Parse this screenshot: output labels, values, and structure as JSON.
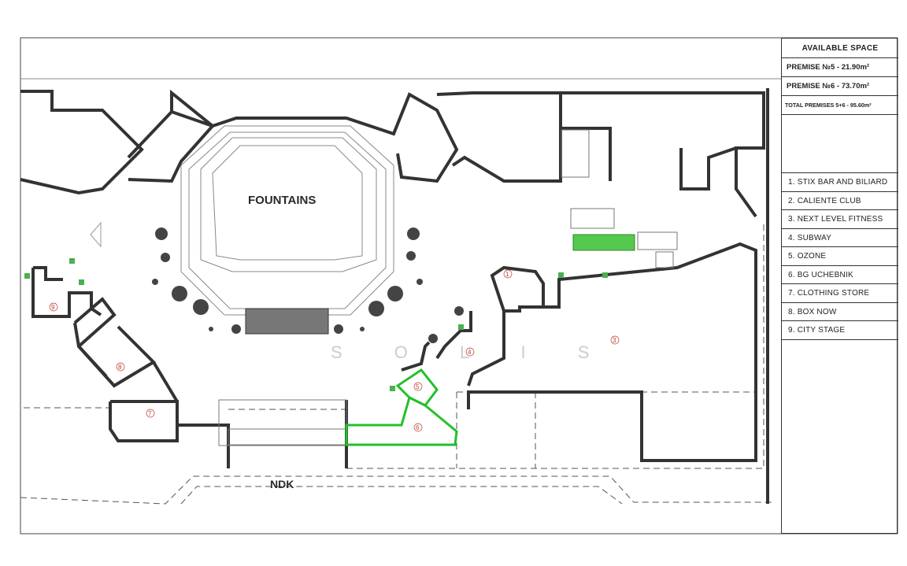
{
  "map": {
    "labels": {
      "fountains": "FOUNTAINS",
      "ndk": "NDK"
    },
    "unit_numbers": [
      "1",
      "3",
      "4",
      "5",
      "6",
      "7",
      "8",
      "9"
    ],
    "watermark": "S O L I S",
    "highlight_color": "#22c02a",
    "wall_color": "#333333"
  },
  "legend": {
    "title": "AVAILABLE SPACE",
    "premise_5": "PREMISE №5 - 21.90m²",
    "premise_6": "PREMISE №6 - 73.70m²",
    "total": "TOTAL PREMISES 5+6 - 95.60m²",
    "tenants": [
      "1. STIX BAR AND BILIARD",
      "2. CALIENTE CLUB",
      "3. NEXT LEVEL FITNESS",
      "4. SUBWAY",
      "5. OZONE",
      "6. BG UCHEBNIK",
      "7. CLOTHING STORE",
      "8. BOX NOW",
      "9. CITY STAGE"
    ]
  }
}
